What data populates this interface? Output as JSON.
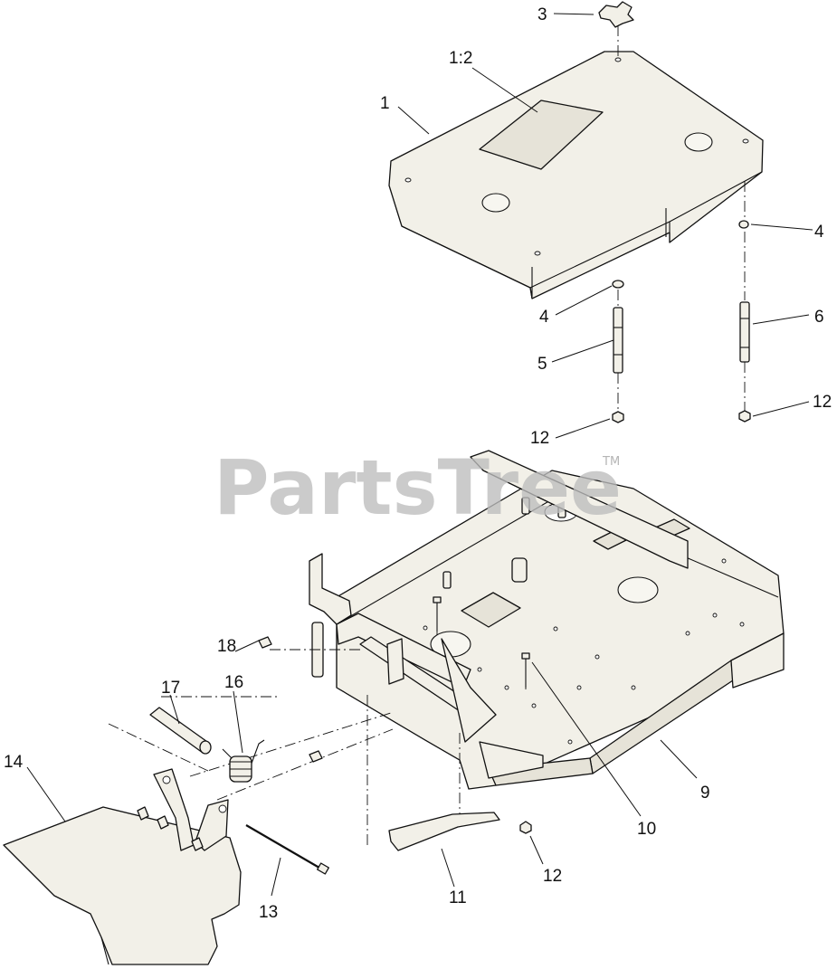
{
  "diagram": {
    "callouts": [
      {
        "id": "c1",
        "label": "1"
      },
      {
        "id": "c1-2",
        "label": "1:2"
      },
      {
        "id": "c3",
        "label": "3"
      },
      {
        "id": "c4a",
        "label": "4"
      },
      {
        "id": "c4b",
        "label": "4"
      },
      {
        "id": "c5",
        "label": "5"
      },
      {
        "id": "c6",
        "label": "6"
      },
      {
        "id": "c12a",
        "label": "12"
      },
      {
        "id": "c12b",
        "label": "12"
      },
      {
        "id": "c12c",
        "label": "12"
      },
      {
        "id": "c9",
        "label": "9"
      },
      {
        "id": "c10",
        "label": "10"
      },
      {
        "id": "c11",
        "label": "11"
      },
      {
        "id": "c13",
        "label": "13"
      },
      {
        "id": "c14",
        "label": "14"
      },
      {
        "id": "c16",
        "label": "16"
      },
      {
        "id": "c17",
        "label": "17"
      },
      {
        "id": "c18",
        "label": "18"
      }
    ],
    "watermark": {
      "text": "PartsTree",
      "trademark": "TM"
    }
  }
}
